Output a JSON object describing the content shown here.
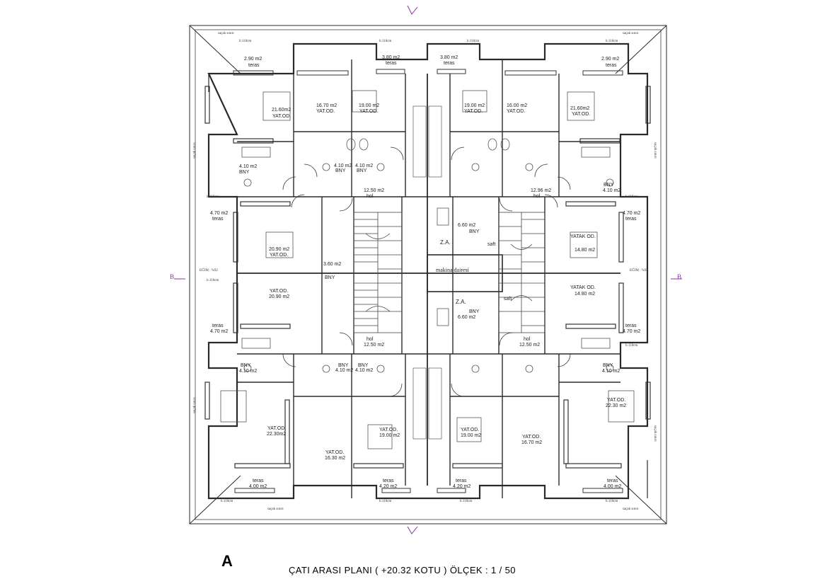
{
  "sheet": {
    "letter": "A",
    "title": "ÇATI ARASI PLANI ( +20.32 KOTU ) ÖLÇEK : 1 / 50"
  },
  "section_marks": {
    "left": "B",
    "right": "B"
  },
  "edges": {
    "top_left": "saçak sınırı",
    "top_right": "saçak sınırı",
    "bottom_left": "saçak sınırı",
    "bottom_right": "saçak sınırı",
    "left_upper": "saçak sınırı",
    "left_lower": "saçak sınırı",
    "right_upper": "saçak sınırı",
    "right_lower": "saçak sınırı",
    "slope_left": "EĞİM : %92",
    "slope_right": "EĞİM : %92"
  },
  "heights": {
    "top": [
      "h:110cm",
      "h:110cm",
      "h:110cm",
      "h:110cm"
    ],
    "bottom": [
      "h:110cm",
      "h:110cm",
      "h:110cm",
      "h:110cm"
    ],
    "left": [
      "h:110cm",
      "h:110cm"
    ],
    "right": [
      "h:110cm",
      "h:110cm"
    ]
  },
  "center": {
    "machine_room": "makina dairesi"
  },
  "rooms": {
    "nw_teras": {
      "area": "2.90 m2",
      "name": "teras"
    },
    "nw_bed": {
      "area": "21.60m2",
      "name": "YAT.OD."
    },
    "nw_bath": {
      "area": "4.10 m2",
      "name": "BNY"
    },
    "n1_bed": {
      "area": "16.70 m2",
      "name": "YAT.OD."
    },
    "n1_teras": {
      "area": "3.80 m2",
      "name": "teras"
    },
    "n2_bed": {
      "area": "19.00 m2",
      "name": "YAT.OD."
    },
    "n1_bath_a": {
      "area": "4.10 m2",
      "name": "BNY"
    },
    "n1_bath_b": {
      "area": "4.10 m2",
      "name": "BNY"
    },
    "n_hol_left": {
      "area": "12.50 m2",
      "name": "hol"
    },
    "n2_teras": {
      "area": "3.80 m2",
      "name": "teras"
    },
    "n3_bed": {
      "area": "19.00 m2",
      "name": "YAT.OD."
    },
    "n4_bed": {
      "area": "16.00 m2",
      "name": "YAT.OD."
    },
    "n_hol_right": {
      "area": "12.96 m2",
      "name": "hol"
    },
    "ne_teras": {
      "area": "2.90 m2",
      "name": "teras"
    },
    "ne_bed": {
      "area": "21.60m2",
      "name": "YAT.OD."
    },
    "ne_bath": {
      "area": "4.10 m2",
      "name": "BNY"
    },
    "w_teras_top": {
      "area": "4.70 m2",
      "name": "teras"
    },
    "w_bed_top": {
      "area": "20.90 m2",
      "name": "YAT.OD."
    },
    "w_bath": {
      "area": "3.60 m2",
      "name": "BNY"
    },
    "w_bed_bottom": {
      "area": "20.90 m2",
      "name": "YAT.OD."
    },
    "w_teras_bottom": {
      "area": "4.70 m2",
      "name": "teras"
    },
    "c_bath_top": {
      "area": "6.60 m2",
      "name": "BNY"
    },
    "c_bath_bottom": {
      "area": "6.60 m2",
      "name": "BNY"
    },
    "c_shaft_top": "Z.A.",
    "c_shaft_bottom": "Z.A.",
    "c_saft_top": "saft",
    "c_saft_bottom": "saft",
    "e_teras_top": {
      "area": "4.70 m2",
      "name": "teras"
    },
    "e_bed_top": {
      "area": "14.80 m2",
      "name": "YATAK OD."
    },
    "e_bed_bottom": {
      "area": "14.80 m2",
      "name": "YATAK OD."
    },
    "e_teras_bottom": {
      "area": "4.70 m2",
      "name": "teras"
    },
    "s_hol_left": {
      "area": "12.50 m2",
      "name": "hol"
    },
    "s_hol_right": {
      "area": "12.50 m2",
      "name": "hol"
    },
    "sw_bath": {
      "area": "4.10 m2",
      "name": "BNY"
    },
    "s1_bath_a": {
      "area": "4.10 m2",
      "name": "BNY"
    },
    "s1_bath_b": {
      "area": "4.10 m2",
      "name": "BNY"
    },
    "se_bath": {
      "area": "4.10 m2",
      "name": "BNY"
    },
    "sw_bed": {
      "area": "22.30m2",
      "name": "YAT.OD."
    },
    "s1_bed": {
      "area": "16.30 m2",
      "name": "YAT.OD."
    },
    "s2_bed": {
      "area": "19.00 m2",
      "name": "YAT.OD."
    },
    "s3_bed": {
      "area": "19.00 m2",
      "name": "YAT.OD."
    },
    "s4_bed": {
      "area": "16.70 m2",
      "name": "YAT.OD."
    },
    "se_bed": {
      "area": "22.30 m2",
      "name": "YAT.OD."
    },
    "sw_teras": {
      "area": "4.00 m2",
      "name": "teras"
    },
    "s2_teras": {
      "area": "4.20 m2",
      "name": "teras"
    },
    "s3_teras": {
      "area": "4.20 m2",
      "name": "teras"
    },
    "se_teras": {
      "area": "4.00 m2",
      "name": "teras"
    }
  },
  "palette": {
    "line": "#2a2a2a",
    "fine": "#6a6a6a",
    "section": "#8b2fa8",
    "paper": "#ffffff"
  }
}
